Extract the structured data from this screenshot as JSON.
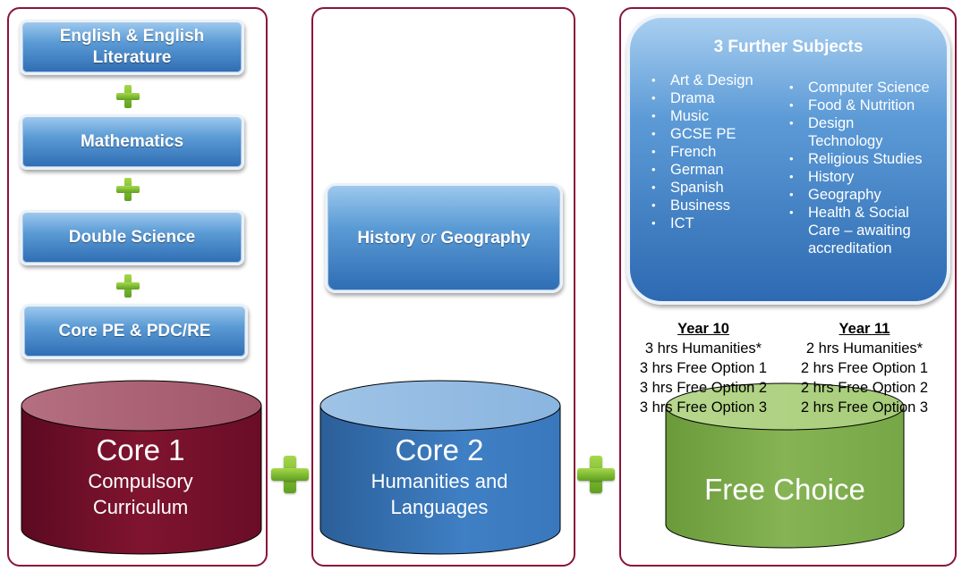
{
  "core1": {
    "subjects": [
      "English & English Literature",
      "Mathematics",
      "Double Science",
      "Core PE & PDC/RE"
    ],
    "title": "Core 1",
    "subtitle_lines": [
      "Compulsory",
      "Curriculum"
    ]
  },
  "core2": {
    "subject_a": "History",
    "subject_connector": "or",
    "subject_b": "Geography",
    "title": "Core 2",
    "subtitle_lines": [
      "Humanities and",
      "Languages"
    ]
  },
  "free_choice": {
    "further_title": "3 Further Subjects",
    "left_subjects": [
      "Art & Design",
      "Drama",
      "Music",
      "GCSE PE",
      "French",
      "German",
      "Spanish",
      "Business",
      "ICT"
    ],
    "right_subjects": [
      "Computer Science",
      "Food & Nutrition",
      "Design Technology",
      "Religious Studies",
      "History",
      "Geography",
      "Health & Social Care – awaiting accreditation"
    ],
    "title": "Free Choice",
    "year10": {
      "heading": "Year 10",
      "lines": [
        "3 hrs Humanities*",
        "3 hrs Free Option 1",
        "3 hrs Free Option 2",
        "3 hrs Free Option 3"
      ]
    },
    "year11": {
      "heading": "Year 11",
      "lines": [
        "2 hrs Humanities*",
        "2 hrs Free Option 1",
        "2 hrs Free Option 2",
        "2 hrs Free Option 3"
      ]
    }
  },
  "colors": {
    "panel_border": "#8a1538",
    "core1_cylinder": "#7a0f2e",
    "core2_cylinder": "#3a78bd",
    "free_cylinder": "#7fae4a",
    "plus": "#7cc030"
  }
}
